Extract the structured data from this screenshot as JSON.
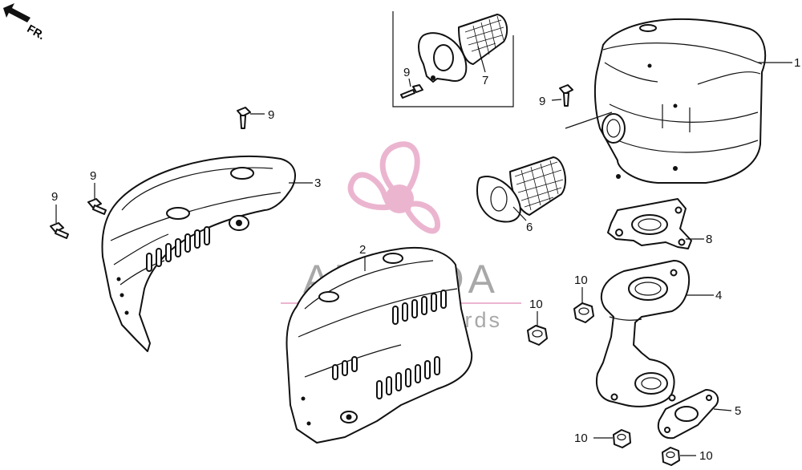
{
  "orientation": {
    "label": "FR."
  },
  "watermark": {
    "brand": "ARMADA",
    "tagline": "marine outboards",
    "brand_color": "#e8a9c8"
  },
  "callouts": [
    {
      "id": "c1",
      "label": "1"
    },
    {
      "id": "c2",
      "label": "2"
    },
    {
      "id": "c3",
      "label": "3"
    },
    {
      "id": "c4",
      "label": "4"
    },
    {
      "id": "c5",
      "label": "5"
    },
    {
      "id": "c6",
      "label": "6"
    },
    {
      "id": "c7",
      "label": "7"
    },
    {
      "id": "c8",
      "label": "8"
    },
    {
      "id": "c9a",
      "label": "9"
    },
    {
      "id": "c9b",
      "label": "9"
    },
    {
      "id": "c9c",
      "label": "9"
    },
    {
      "id": "c9d",
      "label": "9"
    },
    {
      "id": "c9e",
      "label": "9"
    },
    {
      "id": "c10a",
      "label": "10"
    },
    {
      "id": "c10b",
      "label": "10"
    },
    {
      "id": "c10c",
      "label": "10"
    },
    {
      "id": "c10d",
      "label": "10"
    }
  ]
}
